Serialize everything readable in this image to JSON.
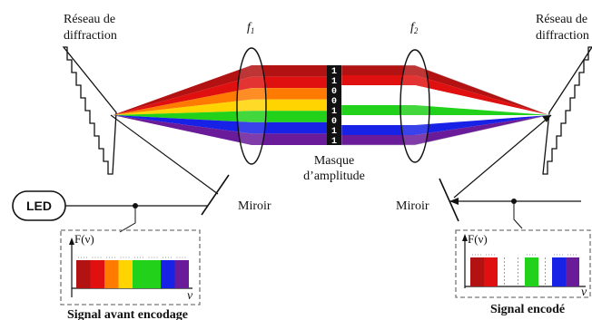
{
  "labels": {
    "grating_left": [
      "Réseau de",
      "diffraction"
    ],
    "grating_right": [
      "Réseau de",
      "diffraction"
    ],
    "lens1": "f",
    "lens1_sub": "1",
    "lens2": "f",
    "lens2_sub": "2",
    "mask": [
      "Masque",
      "d’amplitude"
    ],
    "mirror_left": "Miroir",
    "mirror_right": "Miroir",
    "led": "LED",
    "spectrum_axis_y": "F(ν)",
    "spectrum_axis_x": "ν",
    "caption_before": "Signal avant encodage",
    "caption_after": "Signal encodé"
  },
  "colors": {
    "red": "#e01010",
    "orange": "#ff7a00",
    "yellow": "#ffd400",
    "green": "#22d11a",
    "blue": "#1822e6",
    "violet": "#6a1b9a",
    "darkred": "#b31212"
  },
  "mask_bits": [
    "1",
    "1",
    "0",
    "0",
    "1",
    "0",
    "1",
    "1"
  ],
  "spectrum_before": [
    "darkred",
    "red",
    "orange",
    "yellow",
    "green",
    "green",
    "blue",
    "violet"
  ],
  "spectrum_after": [
    "darkred",
    "red",
    "empty",
    "empty",
    "green",
    "empty",
    "blue",
    "violet"
  ]
}
